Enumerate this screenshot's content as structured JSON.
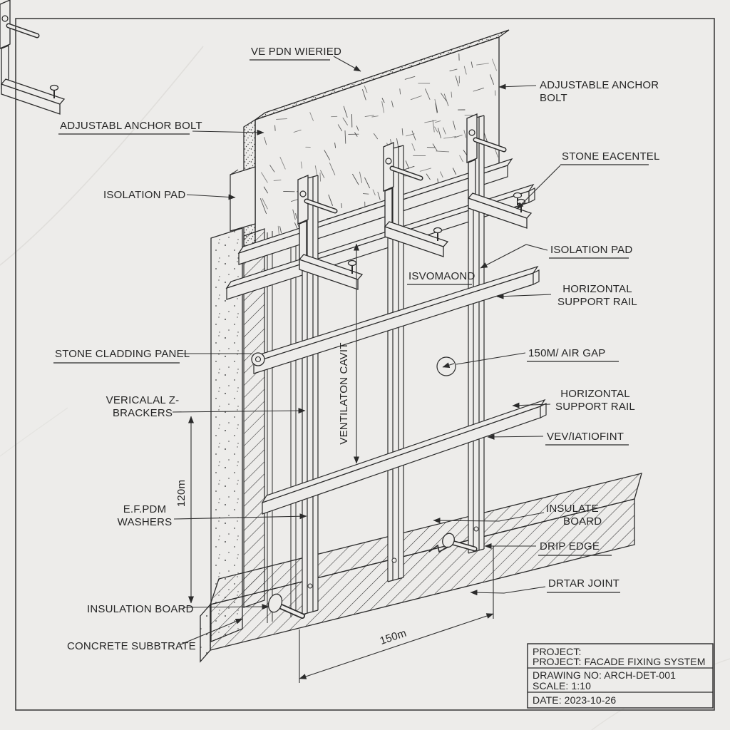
{
  "page": {
    "background": "#edecea",
    "ink": "#2b2b2b"
  },
  "labels": {
    "top_wired": "VE PDN WIERIED",
    "adjustable_anchor_line1": "ADJUSTABLE ANCHOR",
    "adjustable_anchor_line2": "BOLT",
    "adjustabl_anchor": "ADJUSTABL ANCHOR BOLT",
    "isolation_pad_left": "ISOLATION PAD",
    "stone_eacentel": "STONE EACENTEL",
    "isolation_pad_right": "ISOLATION PAD",
    "isvomaond": "ISVOMAOND",
    "horizontal_rail_1_line1": "HORIZONTAL",
    "horizontal_rail_1_line2": "SUPPORT RAIL",
    "stone_cladding": "STONE CLADDING PANEL",
    "air_gap": "150M/ AIR GAP",
    "horizontal_rail_2_line1": "HORIZONTAL",
    "horizontal_rail_2_line2": "SUPPORT RAIL",
    "veviatiofint": "VEV/IATIOFINT",
    "vertical_z_line1": "VERICALAL Z-",
    "vertical_z_line2": "BRACKERS",
    "epdm_line1": "E.F.PDM",
    "epdm_line2": "WASHERS",
    "insulate_line1": "INSULATE",
    "insulate_line2": "BOARD",
    "drip_edge": "DRIP EDGE",
    "drtar_joint": "DRTAR JOINT",
    "insulation_board": "INSULATION BOARD",
    "concrete_substrate": "CONCRETE SUBBTRATE"
  },
  "dimensions": {
    "ventilation_cavity": "VENTILATON CAVIT",
    "height": "120m",
    "width": "150m"
  },
  "title_block": {
    "project_label": "PROJECT:",
    "project": "PROJECT: FACADE FIXING SYSTEM",
    "drawing_no": "DRAWING NO: ARCH-DET-001",
    "scale": "SCALE: 1:10",
    "date": "DATE: 2023-10-26"
  }
}
